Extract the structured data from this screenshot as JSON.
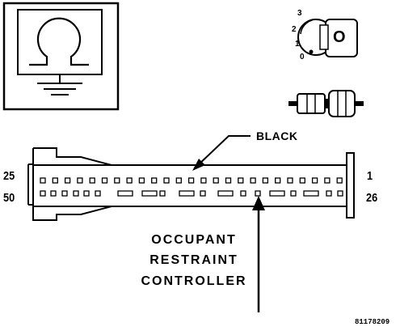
{
  "connector": {
    "color_label": "BLACK",
    "left_top_pin": "25",
    "left_bottom_pin": "50",
    "right_top_pin": "1",
    "right_bottom_pin": "26"
  },
  "component_name": {
    "line1": "OCCUPANT",
    "line2": "RESTRAINT",
    "line3": "CONTROLLER"
  },
  "ignition_key": {
    "positions": [
      "3",
      "2",
      "1",
      "0"
    ],
    "key_letter": "O"
  },
  "figure_id": "81178209",
  "icons": [
    "ground-symbol-icon",
    "ignition-key-icon",
    "connector-plug-icon",
    "pointer-arrow-icon"
  ]
}
